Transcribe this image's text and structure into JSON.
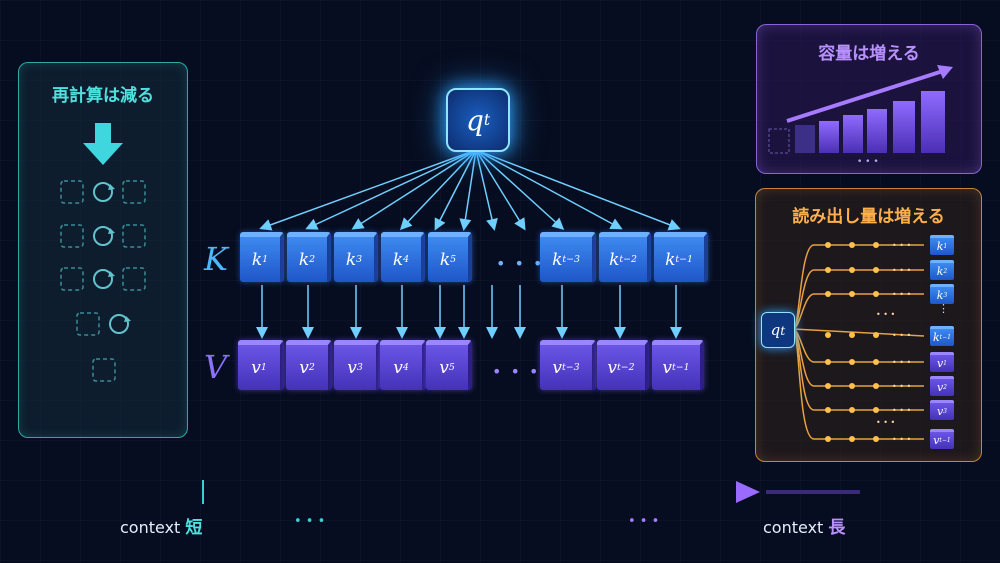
{
  "left_panel": {
    "title": "再計算は減る"
  },
  "top_right_panel": {
    "title": "容量は増える",
    "dots": "• • •"
  },
  "bottom_right_panel": {
    "title": "読み出し量は増える",
    "query": "q_t",
    "rows_k": [
      {
        "main": "k",
        "sub": "1"
      },
      {
        "main": "k",
        "sub": "2"
      },
      {
        "main": "k",
        "sub": "3"
      },
      {
        "main": "k",
        "sub": "t−1"
      }
    ],
    "rows_v": [
      {
        "main": "v",
        "sub": "1"
      },
      {
        "main": "v",
        "sub": "2"
      },
      {
        "main": "v",
        "sub": "3"
      },
      {
        "main": "v",
        "sub": "t−1"
      }
    ],
    "ellipsis": "• • •",
    "vdots": "⋮"
  },
  "query": {
    "main": "q",
    "sub": "t"
  },
  "row_labels": {
    "k": "K",
    "v": "V"
  },
  "keys": [
    {
      "main": "k",
      "sub": "1"
    },
    {
      "main": "k",
      "sub": "2"
    },
    {
      "main": "k",
      "sub": "3"
    },
    {
      "main": "k",
      "sub": "4"
    },
    {
      "main": "k",
      "sub": "5"
    },
    {
      "main": "k",
      "sub": "t−3"
    },
    {
      "main": "k",
      "sub": "t−2"
    },
    {
      "main": "k",
      "sub": "t−1"
    }
  ],
  "values": [
    {
      "main": "v",
      "sub": "1"
    },
    {
      "main": "v",
      "sub": "2"
    },
    {
      "main": "v",
      "sub": "3"
    },
    {
      "main": "v",
      "sub": "4"
    },
    {
      "main": "v",
      "sub": "5"
    },
    {
      "main": "v",
      "sub": "t−3"
    },
    {
      "main": "v",
      "sub": "t−2"
    },
    {
      "main": "v",
      "sub": "t−1"
    }
  ],
  "ellipsis": "• • •",
  "context_axis": {
    "left_label": "context",
    "left_kanji": "短",
    "right_label": "context",
    "right_kanji": "長",
    "dots": "• • •"
  },
  "colors": {
    "teal": "#4fe1df",
    "purple": "#b991ff",
    "orange": "#ffb04a",
    "key_blue": "#3d89f0",
    "value_purple": "#6a55e6"
  }
}
